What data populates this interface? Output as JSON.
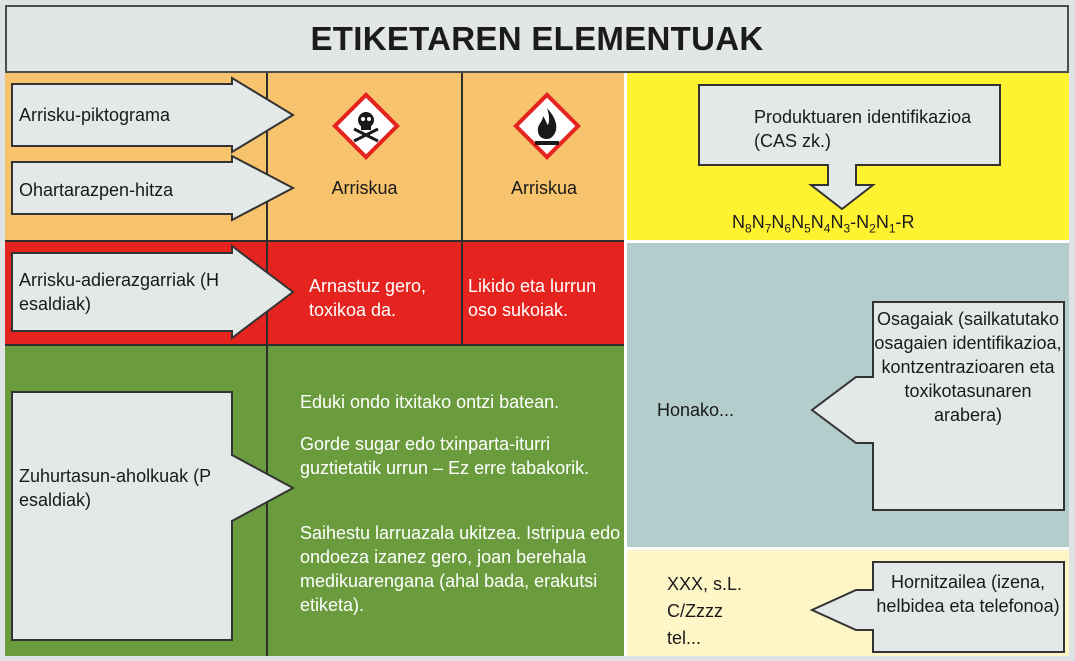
{
  "title": "ETIKETAREN ELEMENTUAK",
  "rows": {
    "pictogram_label": "Arrisku-piktograma",
    "signal_word_label": "Ohartarazpen-hitza",
    "hazard_statements_label": "Arrisku-adierazgarriak (H esaldiak)",
    "precautionary_label": "Zuhurtasun-aholkuak (P esaldiak)"
  },
  "pictograms": [
    {
      "icon": "skull-crossbones-icon",
      "signal_word": "Arriskua"
    },
    {
      "icon": "flame-icon",
      "signal_word": "Arriskua"
    }
  ],
  "hazard_statements": [
    "Arnastuz gero, toxikoa da.",
    "Likido eta lurrun oso sukoiak."
  ],
  "precautionary_statements": [
    "Eduki ondo itxitako ontzi batean.",
    "Gorde sugar edo txinparta-iturri guztietatik urrun – Ez erre tabakorik.",
    "Saihestu larruazala ukitzea. Istripua edo ondoeza izanez gero, joan berehala medikuarengana (ahal bada, erakutsi etiketa)."
  ],
  "product_id": {
    "label": "Produktuaren identifikazioa (CAS zk.)",
    "formula": "N8N7N6N5N4N3-N2N1-R"
  },
  "composition": {
    "value": "Honako...",
    "label": "Osagaiak (sailkatutako osagaien identifikazioa, kontzentrazioaren eta toxikotasunaren arabera)"
  },
  "supplier": {
    "lines": [
      "XXX, s.L.",
      "C/Zzzz",
      "tel..."
    ],
    "label": "Hornitzailea (izena, helbidea eta telefonoa)"
  },
  "colors": {
    "orange": "#f7c36c",
    "yellow": "#fff230",
    "red": "#e52420",
    "teal": "#b3cdcd",
    "light_yellow": "#fff6c8",
    "green": "#6a9c3e",
    "box_gray": "#e3e8e8"
  }
}
